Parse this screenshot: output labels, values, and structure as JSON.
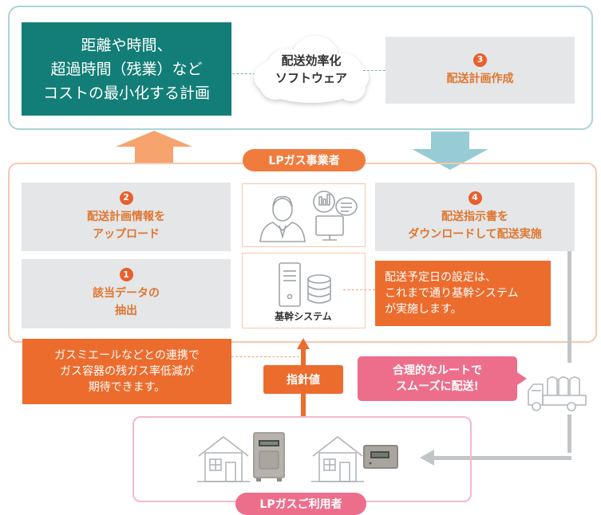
{
  "top": {
    "plan_box": [
      "距離や時間、",
      "超過時間（残業）など",
      "コストの最小化する計画"
    ],
    "software": [
      "配送効率化",
      "ソフトウェア"
    ],
    "step3": {
      "num": "3",
      "label": "配送計画作成"
    }
  },
  "mid": {
    "provider_label": "LPガス事業者",
    "step2": {
      "num": "2",
      "lines": [
        "配送計画情報を",
        "アップロード"
      ]
    },
    "step1": {
      "num": "1",
      "lines": [
        "該当データの",
        "抽出"
      ]
    },
    "step4": {
      "num": "4",
      "lines": [
        "配送指示書を",
        "ダウンロードして配送実施"
      ]
    },
    "core_system": "基幹システム",
    "note": [
      "配送予定日の設定は、",
      "これまで通り基幹システム",
      "が実施します。"
    ]
  },
  "bottom": {
    "gas_meter_note": [
      "ガスミエールなどとの連携で",
      "ガス容器の残ガス率低減が",
      "期待できます。"
    ],
    "indicator": "指針値",
    "route_note": [
      "合理的なルートで",
      "スムーズに配送!"
    ],
    "user_label": "LPガスご利用者"
  },
  "colors": {
    "teal": "#137e77",
    "orange": "#ec6c2e",
    "pink": "#ed6e8b",
    "light_blue": "#a9d4da",
    "light_orange": "#f6c8ad",
    "gray_box": "#e4e6e8"
  }
}
